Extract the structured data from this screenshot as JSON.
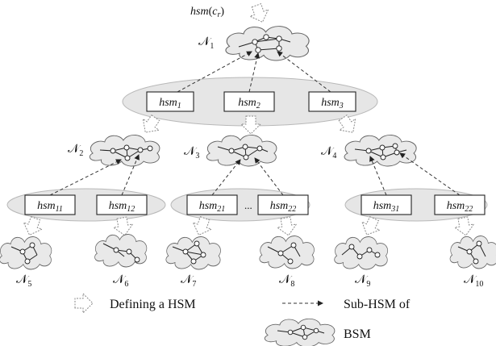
{
  "top_label": {
    "base": "hsm",
    "arg": "c",
    "sub": "r"
  },
  "nodes": {
    "N1": {
      "sym": "𝒩",
      "sub": "1"
    },
    "N2": {
      "sym": "𝒩",
      "sub": "2"
    },
    "N3": {
      "sym": "𝒩",
      "sub": "3"
    },
    "N4": {
      "sym": "𝒩",
      "sub": "4"
    },
    "N5": {
      "sym": "𝒩",
      "sub": "5"
    },
    "N6": {
      "sym": "𝒩",
      "sub": "6"
    },
    "N7": {
      "sym": "𝒩",
      "sub": "7"
    },
    "N8": {
      "sym": "𝒩",
      "sub": "8"
    },
    "N9": {
      "sym": "𝒩",
      "sub": "9"
    },
    "N10": {
      "sym": "𝒩",
      "sub": "10"
    }
  },
  "hsm_boxes": {
    "b1": {
      "base": "hsm",
      "sub": "1"
    },
    "b2": {
      "base": "hsm",
      "sub": "2"
    },
    "b3": {
      "base": "hsm",
      "sub": "3"
    },
    "b11": {
      "base": "hsm",
      "sub": "11"
    },
    "b12": {
      "base": "hsm",
      "sub": "12"
    },
    "b21": {
      "base": "hsm",
      "sub": "21"
    },
    "b22a": {
      "base": "hsm",
      "sub": "22"
    },
    "b31": {
      "base": "hsm",
      "sub": "31"
    },
    "b22b": {
      "base": "hsm",
      "sub": "22"
    }
  },
  "ellipsis": "...",
  "legend": {
    "defining": "Defining a HSM",
    "sub_hsm": "Sub-HSM of",
    "bsm": "BSM"
  }
}
